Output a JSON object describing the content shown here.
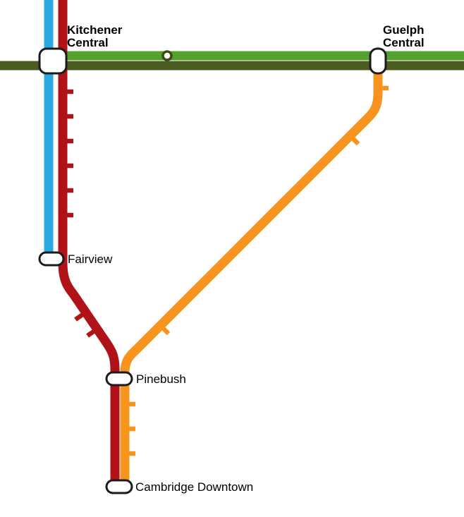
{
  "map": {
    "colors": {
      "dark_green": "#4b5c20",
      "green": "#55a02e",
      "blue": "#29abe2",
      "red": "#b11218",
      "orange": "#f7941e",
      "station_fill": "#ffffff",
      "station_outline": "#1b1b1b",
      "minor_stop_outline": "#3c4c15",
      "label_text": "#000000"
    },
    "stations": {
      "kitchener_central": {
        "line1": "Kitchener",
        "line2": "Central"
      },
      "guelph_central": {
        "line1": "Guelph",
        "line2": "Central"
      },
      "fairview": {
        "label": "Fairview"
      },
      "pinebush": {
        "label": "Pinebush"
      },
      "cambridge_downtown": {
        "label": "Cambridge Downtown"
      }
    }
  }
}
